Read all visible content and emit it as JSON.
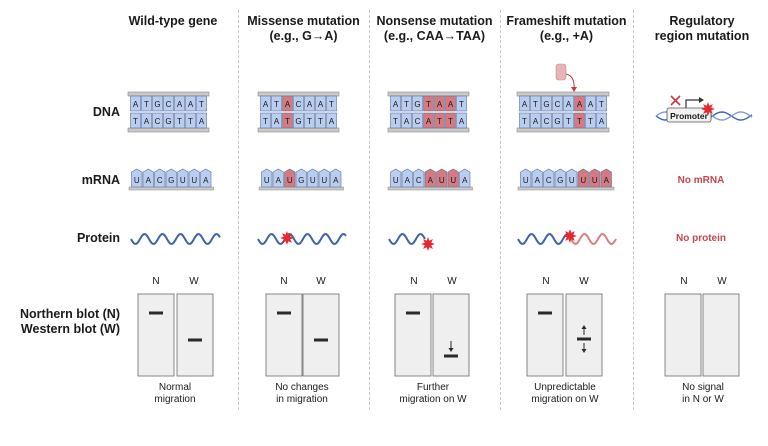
{
  "columns": [
    {
      "title": "Wild-type gene",
      "caption": "Normal\nmigration"
    },
    {
      "title": "Missense mutation\n(e.g., G→A)",
      "caption": "No changes\nin migration"
    },
    {
      "title": "Nonsense mutation\n(e.g., CAA→TAA)",
      "caption": "Further\nmigration on W"
    },
    {
      "title": "Frameshift mutation\n(e.g., +A)",
      "caption": "Unpredictable\nmigration on W"
    },
    {
      "title": "Regulatory\nregion mutation",
      "caption": "No signal\nin N or W"
    }
  ],
  "rows": {
    "dna": "DNA",
    "mrna": "mRNA",
    "protein": "Protein",
    "blot_line1": "Northern blot (N)",
    "blot_line2": "Western blot (W)"
  },
  "dna": [
    {
      "top": [
        "A",
        "T",
        "G",
        "C",
        "A",
        "A",
        "T"
      ],
      "bottom": [
        "T",
        "A",
        "C",
        "G",
        "T",
        "T",
        "A"
      ],
      "mutated": []
    },
    {
      "top": [
        "A",
        "T",
        "A",
        "C",
        "A",
        "A",
        "T"
      ],
      "bottom": [
        "T",
        "A",
        "T",
        "G",
        "T",
        "T",
        "A"
      ],
      "mutated": [
        2
      ]
    },
    {
      "top": [
        "A",
        "T",
        "G",
        "T",
        "A",
        "A",
        "T"
      ],
      "bottom": [
        "T",
        "A",
        "C",
        "A",
        "T",
        "T",
        "A"
      ],
      "mutated": [
        3,
        4,
        5
      ]
    },
    {
      "top": [
        "A",
        "T",
        "G",
        "C",
        "A",
        "A",
        "A",
        "T"
      ],
      "bottom": [
        "T",
        "A",
        "C",
        "G",
        "T",
        "T",
        "T",
        "A"
      ],
      "mutated": [
        5
      ]
    }
  ],
  "mrna": [
    {
      "bases": [
        "U",
        "A",
        "C",
        "G",
        "U",
        "U",
        "A"
      ],
      "mutated": []
    },
    {
      "bases": [
        "U",
        "A",
        "U",
        "G",
        "U",
        "U",
        "A"
      ],
      "mutated": [
        2
      ]
    },
    {
      "bases": [
        "U",
        "A",
        "C",
        "A",
        "U",
        "U",
        "A"
      ],
      "mutated": [
        3,
        4,
        5
      ]
    },
    {
      "bases": [
        "U",
        "A",
        "C",
        "G",
        "U",
        "U",
        "U",
        "A"
      ],
      "mutated": [
        5,
        6,
        7
      ]
    }
  ],
  "promoter_label": "Promoter",
  "no_mrna": "No mRNA",
  "no_protein": "No protein",
  "lane_labels": {
    "n": "N",
    "w": "W"
  },
  "colors": {
    "base_fill": "#b8cdf0",
    "mutated_fill": "#d47a80",
    "protein": "#3d63ad",
    "protein_mutant": "#d97f86",
    "star": "#e8262e",
    "note_red": "#c8464a"
  }
}
